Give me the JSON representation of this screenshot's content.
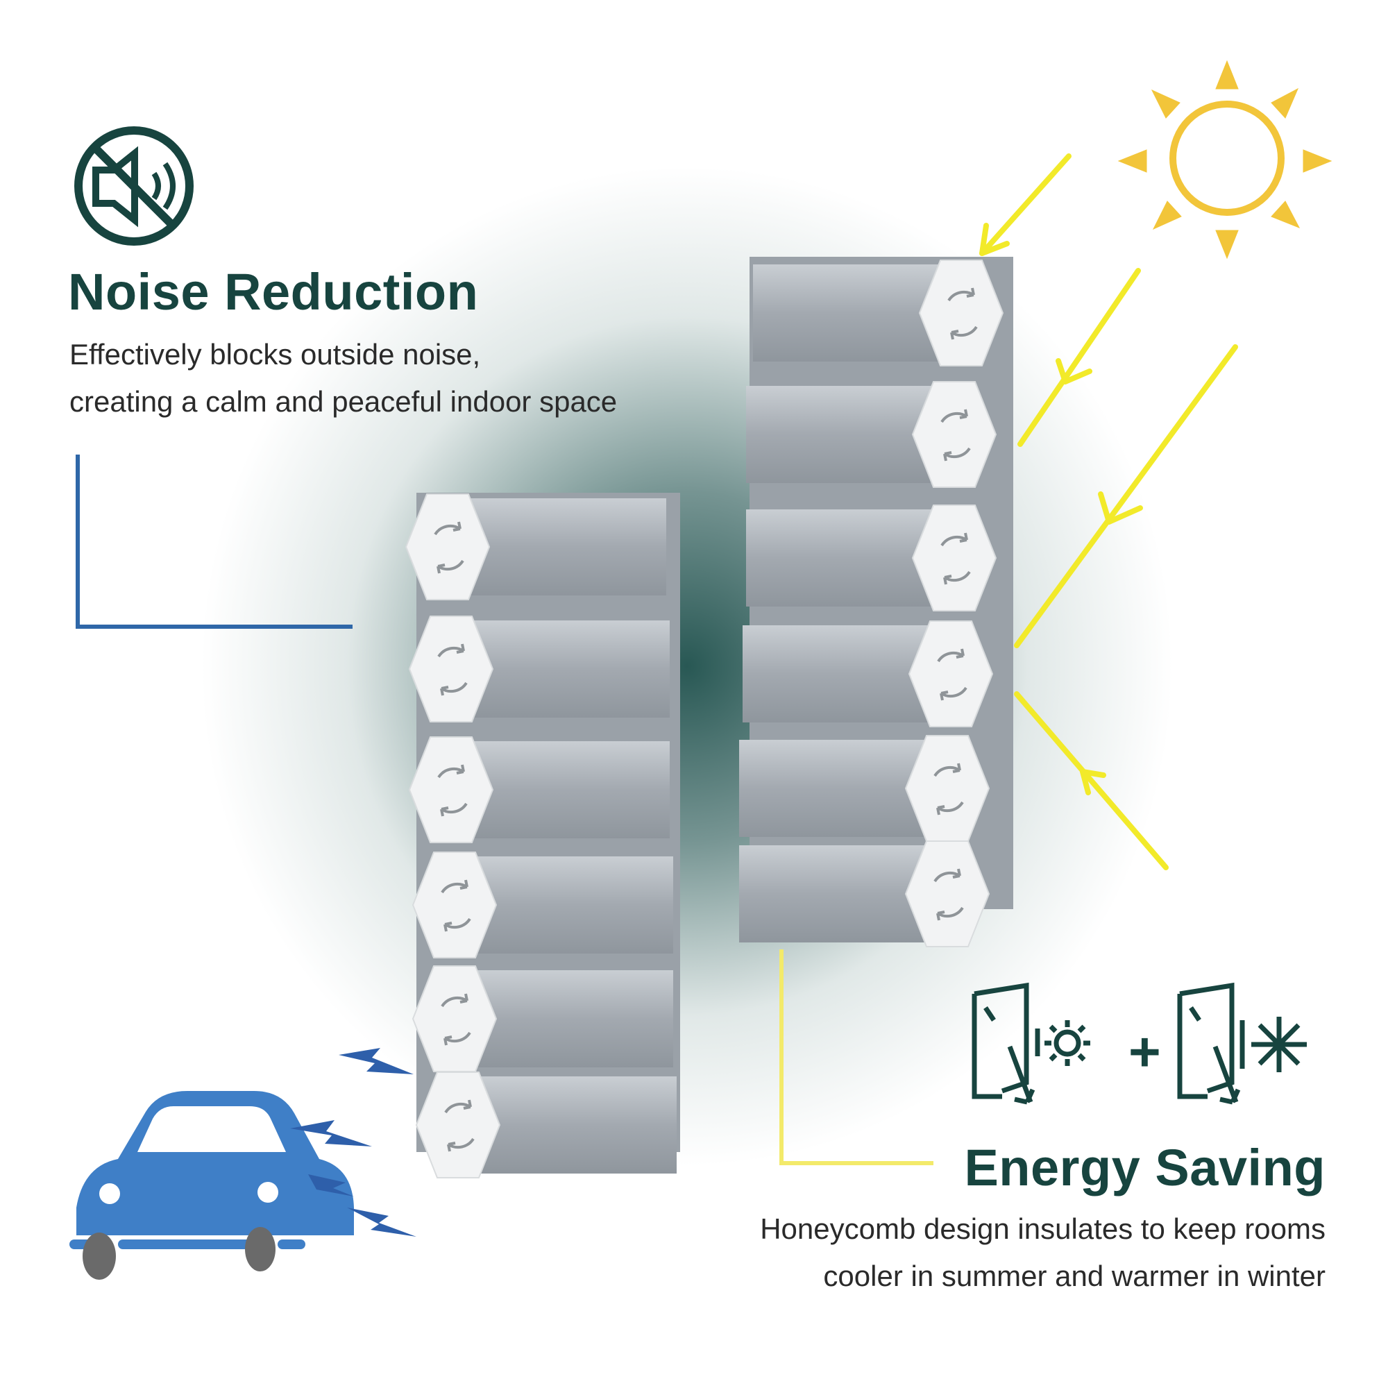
{
  "noise": {
    "title": "Noise Reduction",
    "lines": [
      "Effectively blocks outside noise,",
      "creating a calm and peaceful indoor space"
    ],
    "icon": "muted-speaker-icon"
  },
  "energy": {
    "title": "Energy Saving",
    "lines": [
      "Honeycomb design insulates to keep rooms",
      "cooler in summer and warmer in winter"
    ],
    "plus": "+",
    "icons": [
      "window-sun-icon",
      "window-snowflake-icon"
    ]
  },
  "colors": {
    "title": "#17443f",
    "noise_accent": "#2f67a8",
    "energy_accent": "#f3ea6a",
    "sun": "#f2c53a",
    "sunrays": "#f2ea2a",
    "shade": "#a8aeb4",
    "car": "#3f7fc7"
  }
}
